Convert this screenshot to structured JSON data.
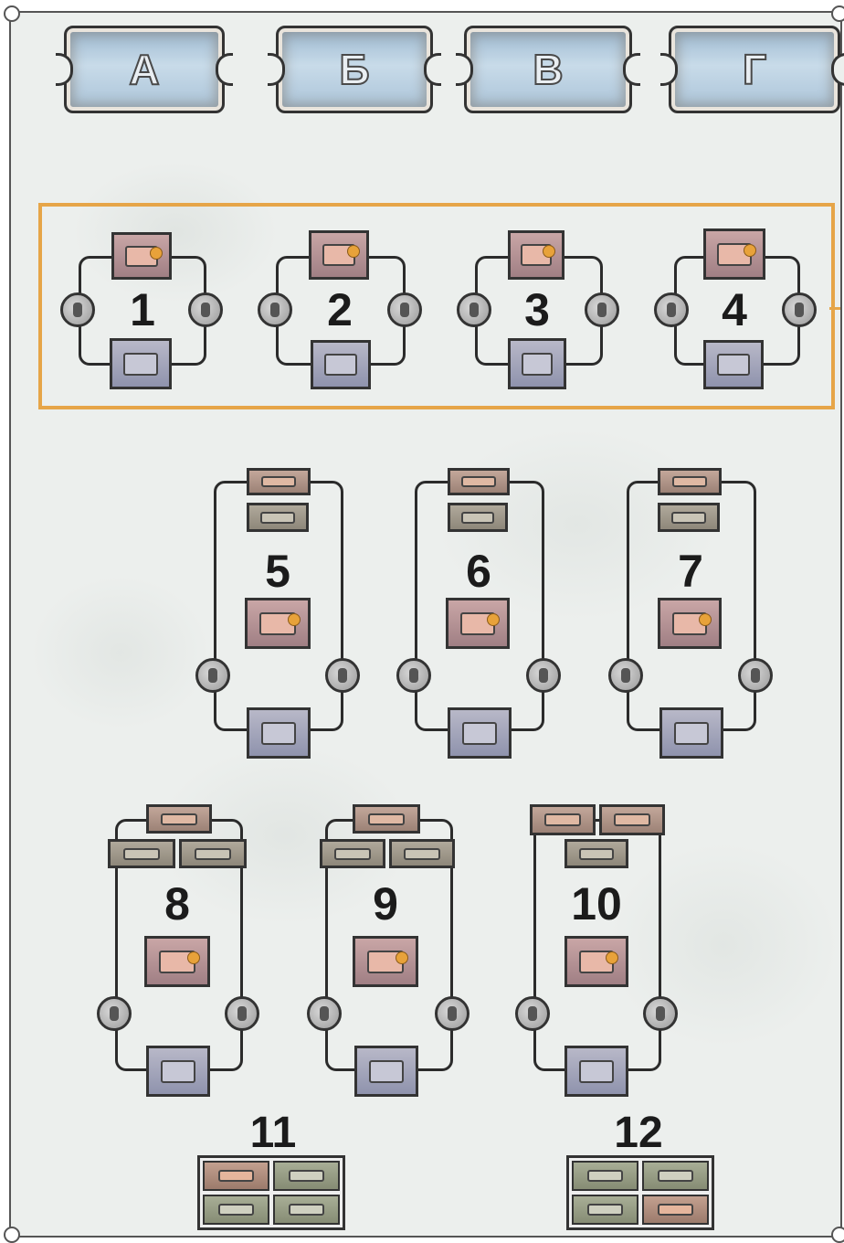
{
  "columns": [
    {
      "letter": "А"
    },
    {
      "letter": "Б"
    },
    {
      "letter": "В"
    },
    {
      "letter": "Г"
    }
  ],
  "layouts": [
    {
      "number": "1"
    },
    {
      "number": "2"
    },
    {
      "number": "3"
    },
    {
      "number": "4"
    },
    {
      "number": "5"
    },
    {
      "number": "6"
    },
    {
      "number": "7"
    },
    {
      "number": "8"
    },
    {
      "number": "9"
    },
    {
      "number": "10"
    },
    {
      "number": "11"
    },
    {
      "number": "12"
    }
  ],
  "colors": {
    "highlight": "#e6a548",
    "board_background": "#ecefed",
    "token_blue": "#aac3d8"
  },
  "highlighted_layouts": [
    "1",
    "2",
    "3",
    "4"
  ]
}
